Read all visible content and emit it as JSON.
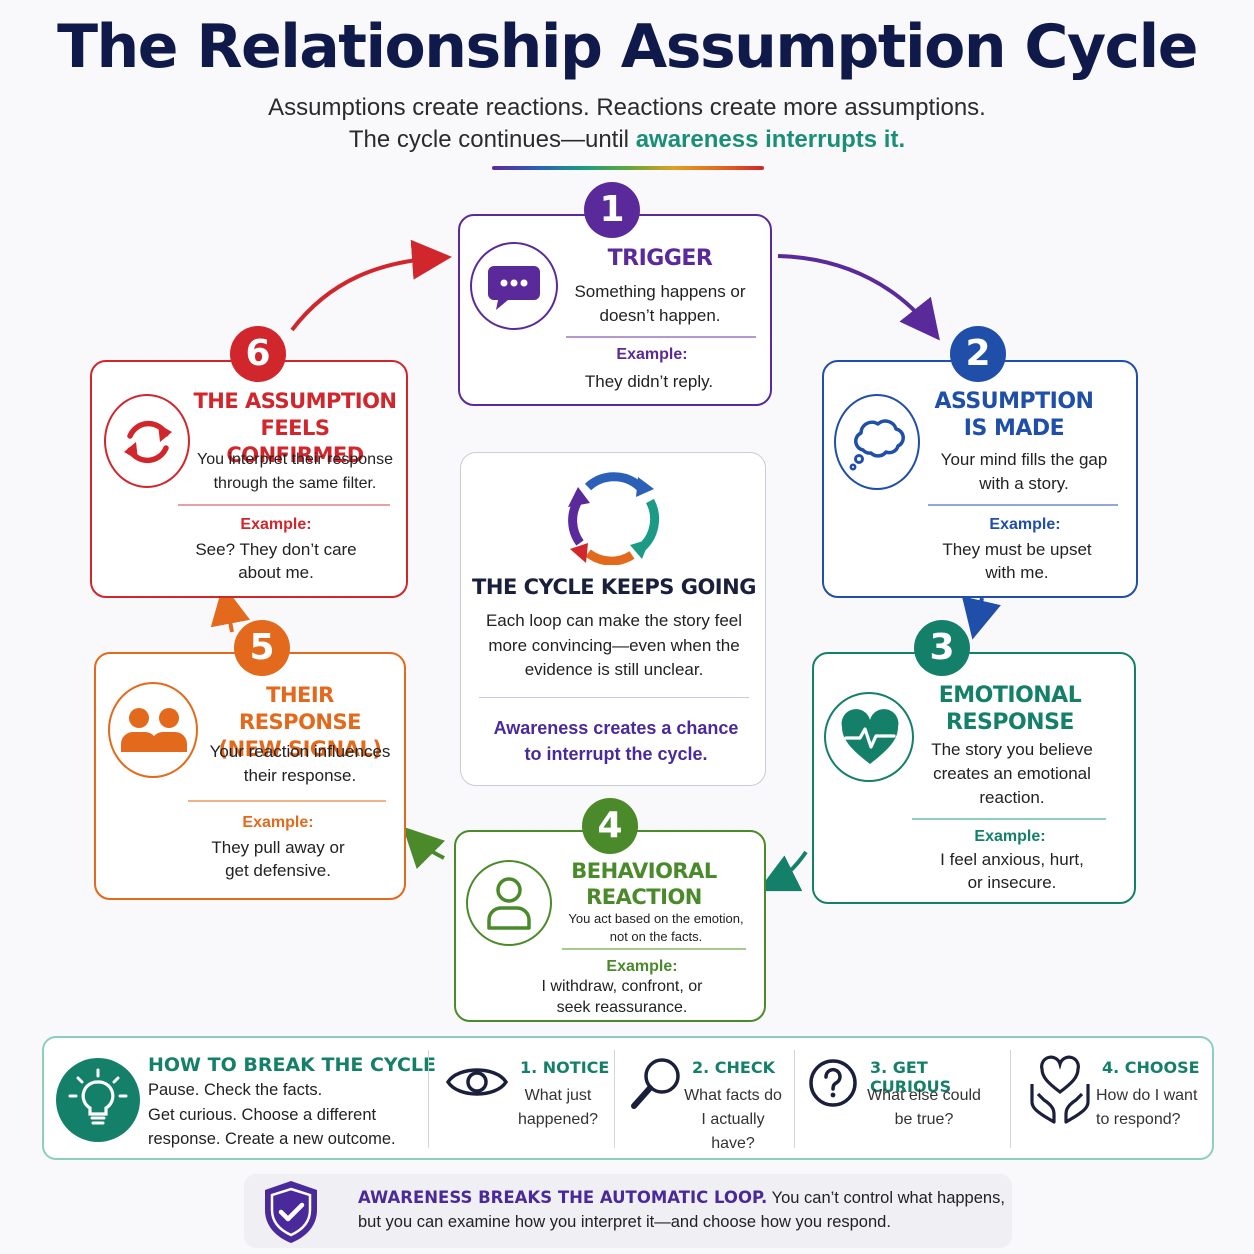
{
  "title": "The Relationship Assumption Cycle",
  "subtitle": {
    "line1": "Assumptions create reactions. Reactions create more assumptions.",
    "line2_prefix": "The cycle continues—until ",
    "line2_highlight": "awareness interrupts it."
  },
  "colors": {
    "trigger": "#5b2a9a",
    "assumption": "#1f4fa8",
    "emotional": "#15806a",
    "behavioral": "#4b8a2a",
    "response": "#e36a1d",
    "confirmed": "#d0262c"
  },
  "steps": [
    {
      "number": "1",
      "title": [
        "TRIGGER"
      ],
      "body": [
        "Something happens or",
        "doesn’t happen."
      ],
      "example_label": "Example:",
      "example": [
        "They didn’t reply."
      ],
      "icon": "chat-bubble-icon"
    },
    {
      "number": "2",
      "title": [
        "ASSUMPTION",
        "IS MADE"
      ],
      "body": [
        "Your mind fills the gap",
        "with a story."
      ],
      "example_label": "Example:",
      "example": [
        "They must be upset",
        "with me."
      ],
      "icon": "thought-cloud-icon"
    },
    {
      "number": "3",
      "title": [
        "EMOTIONAL",
        "RESPONSE"
      ],
      "body": [
        "The story you believe",
        "creates an emotional",
        "reaction."
      ],
      "example_label": "Example:",
      "example": [
        "I feel anxious, hurt,",
        "or insecure."
      ],
      "icon": "heartbeat-icon"
    },
    {
      "number": "4",
      "title": [
        "BEHAVIORAL",
        "REACTION"
      ],
      "body": [
        "You act based on the emotion,",
        "not on the facts."
      ],
      "example_label": "Example:",
      "example": [
        "I withdraw, confront, or",
        "seek reassurance."
      ],
      "icon": "person-icon"
    },
    {
      "number": "5",
      "title": [
        "THEIR RESPONSE",
        "(NEW SIGNAL)"
      ],
      "body": [
        "Your reaction influences",
        "their response."
      ],
      "example_label": "Example:",
      "example": [
        "They pull away or",
        "get defensive."
      ],
      "icon": "two-people-icon"
    },
    {
      "number": "6",
      "title": [
        "THE ASSUMPTION",
        "FEELS CONFIRMED"
      ],
      "body": [
        "You interpret their response",
        "through the same filter."
      ],
      "example_label": "Example:",
      "example": [
        "See? They don’t care",
        "about me."
      ],
      "icon": "refresh-icon"
    }
  ],
  "center": {
    "title": "THE CYCLE KEEPS GOING",
    "body": [
      "Each loop can make the story feel",
      "more convincing—even when the",
      "evidence is still unclear."
    ],
    "awareness": [
      "Awareness creates a chance",
      "to interrupt the cycle."
    ]
  },
  "break_cycle": {
    "title": "HOW TO BREAK THE CYCLE",
    "body": [
      "Pause. Check the facts.",
      "Get curious. Choose a different",
      "response. Create a new outcome."
    ],
    "steps": [
      {
        "title": "1. NOTICE",
        "text": [
          "What just",
          "happened?"
        ],
        "icon": "eye-icon"
      },
      {
        "title": "2. CHECK",
        "text": [
          "What facts do",
          "I actually have?"
        ],
        "icon": "magnifier-icon"
      },
      {
        "title": "3. GET CURIOUS",
        "text": [
          "What else could",
          "be true?"
        ],
        "icon": "question-icon"
      },
      {
        "title": "4. CHOOSE",
        "text": [
          "How do I want",
          "to respond?"
        ],
        "icon": "heart-hands-icon"
      }
    ]
  },
  "footer": {
    "bold": "AWARENESS BREAKS THE AUTOMATIC LOOP.",
    "text1": "You can’t control what happens,",
    "text2": "but you can examine how you interpret it—and choose how you respond."
  }
}
